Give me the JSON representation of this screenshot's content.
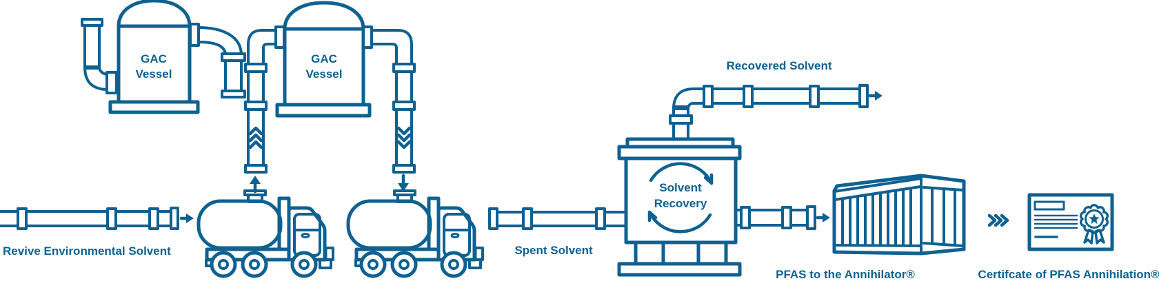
{
  "diagram": {
    "background_color": "#ffffff",
    "line_color": "#0e6191",
    "stages": {
      "revive_solvent_label": "Revive Environmental Solvent",
      "spent_solvent_label": "Spent Solvent",
      "recovered_solvent_label": "Recovered Solvent",
      "pfas_to_annihilator_label": "PFAS to the Annihilator®",
      "certificate_label": "Certifcate of PFAS Annihilation®"
    },
    "gac_vessel_1": {
      "line1": "GAC",
      "line2": "Vessel"
    },
    "gac_vessel_2": {
      "line1": "GAC",
      "line2": "Vessel"
    },
    "solvent_recovery_unit": {
      "line1": "Solvent",
      "line2": "Recovery"
    },
    "icons": [
      "pipe-icon",
      "gac-vessel-icon",
      "tanker-truck-icon",
      "up-arrow-icon",
      "down-arrow-icon",
      "solvent-recovery-vessel-icon",
      "recycle-arrows-icon",
      "flow-arrow-icon",
      "shipping-container-icon",
      "triple-chevron-icon",
      "certificate-icon",
      "rosette-seal-icon"
    ]
  }
}
